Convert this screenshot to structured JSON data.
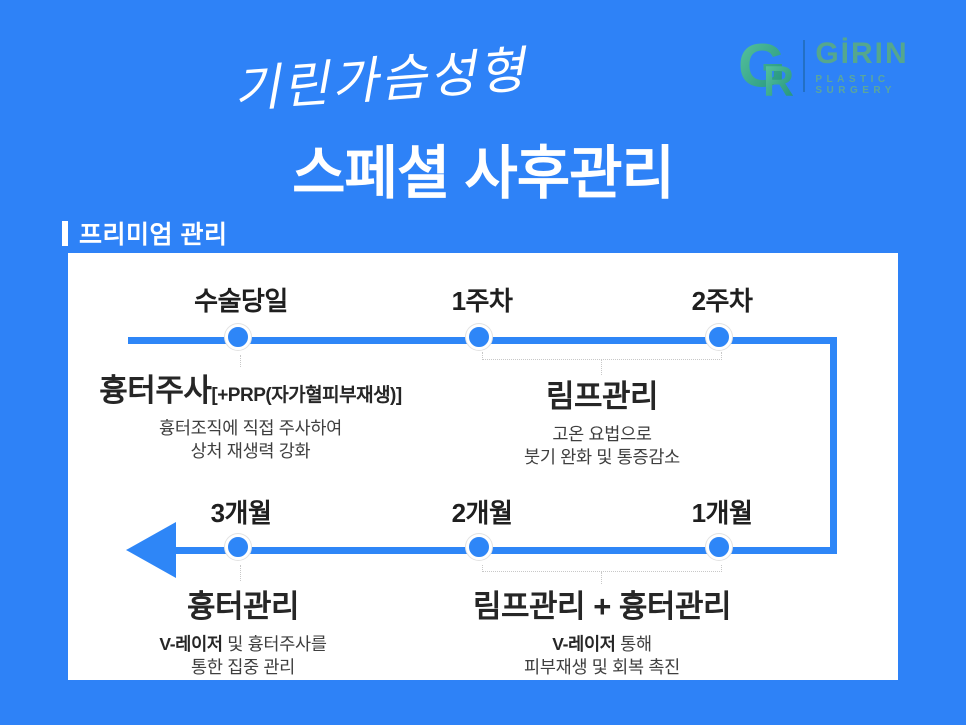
{
  "colors": {
    "background": "#2E82F7",
    "timeline_blue": "#2E86F7",
    "card": "#FFFFFF",
    "heading_text": "#262626",
    "body_text": "#3F3F3F",
    "logo_green": "#55A78E"
  },
  "header": {
    "script_title": "기린가슴성형",
    "main_title": "스페셜 사후관리",
    "logo": {
      "mark_g": "G",
      "mark_r": "R",
      "name": "GİRIN",
      "subtitle": "PLASTIC SURGERY"
    }
  },
  "section": {
    "label": "프리미엄 관리"
  },
  "timeline": {
    "top": {
      "milestones": [
        {
          "label": "수술당일"
        },
        {
          "label": "1주차"
        },
        {
          "label": "2주차"
        }
      ],
      "scar_injection": {
        "title": "흉터주사",
        "title_suffix": "[+PRP(자가혈피부재생)]",
        "desc_line1": "흉터조직에 직접 주사하여",
        "desc_line2": "상처 재생력 강화"
      },
      "lymph_care": {
        "title": "림프관리",
        "desc_line1": "고온 요법으로",
        "desc_line2": "붓기 완화 및 통증감소"
      }
    },
    "bottom": {
      "milestones": [
        {
          "label": "3개월"
        },
        {
          "label": "2개월"
        },
        {
          "label": "1개월"
        }
      ],
      "scar_care": {
        "title": "흉터관리",
        "desc_bold": "V-레이저",
        "desc_rest": "및 흉터주사를",
        "desc_line2": "통한 집중 관리"
      },
      "combo_care": {
        "title": "림프관리 + 흉터관리",
        "desc_bold": "V-레이저",
        "desc_rest": "통해",
        "desc_line2": "피부재생 및 회복 촉진"
      }
    }
  }
}
